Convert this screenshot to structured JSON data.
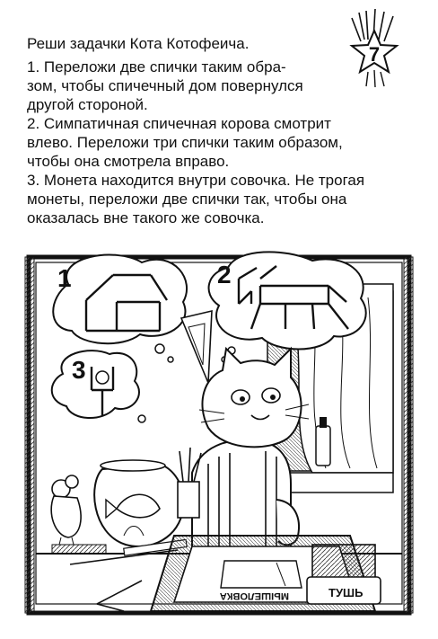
{
  "badge": {
    "number": "7"
  },
  "heading": "Реши задачки Кота Котофеича.",
  "tasks": [
    [
      "1. Переложи две спички таким обра-",
      "зом, чтобы спичечный дом повернулся",
      "другой стороной."
    ],
    [
      "2. Симпатичная спичечная корова смотрит",
      "влево. Переложи три спички таким образом,",
      "чтобы она смотрела вправо."
    ],
    [
      "3. Монета находится внутри совочка. Не трогая",
      "монеты, переложи две спички так, чтобы она",
      "оказалась вне такого же совочка."
    ]
  ],
  "illustration": {
    "puzzle_labels": [
      "1",
      "2",
      "3"
    ],
    "bottle_label": "ТУШЬ",
    "board_label": "МЫШЕЛОВКА"
  }
}
